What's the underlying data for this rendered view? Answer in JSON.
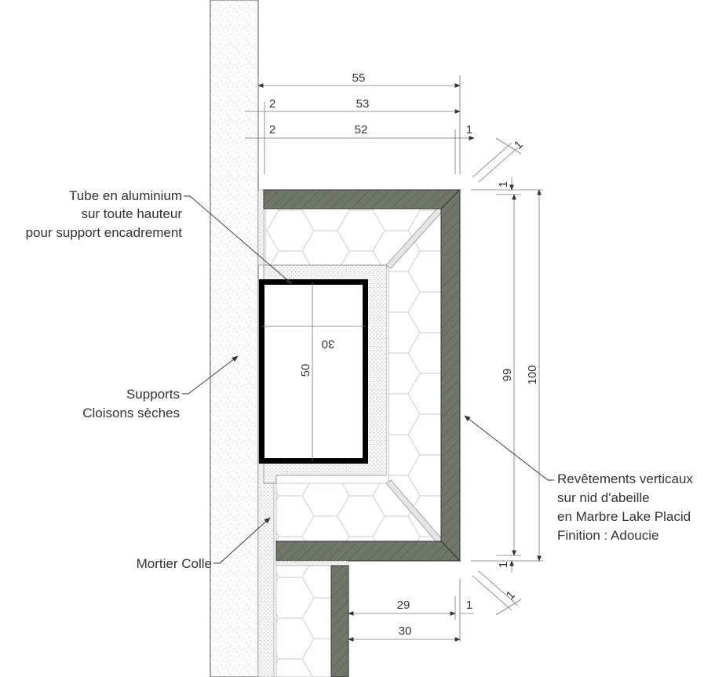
{
  "dimensions": {
    "top_overall": "55",
    "top_mid_left": "2",
    "top_mid": "53",
    "top_low_left": "2",
    "top_low": "52",
    "top_low_right": "1",
    "diag_top": "1",
    "right_top_gap": "1",
    "right_inner": "99",
    "right_overall": "100",
    "right_bottom_gap": "1",
    "diag_bottom": "1",
    "tube_width": "30",
    "tube_height": "50",
    "bottom_inner": "29",
    "bottom_inner_right": "1",
    "bottom_overall": "30"
  },
  "labels": {
    "tube_line1": "Tube en aluminium",
    "tube_line2": "sur toute hauteur",
    "tube_line3": "pour support encadrement",
    "supports_line1": "Supports",
    "supports_line2": "Cloisons sèches",
    "mortier": "Mortier Colle",
    "revet_line1": "Revêtements verticaux",
    "revet_line2": "sur nid d'abeille",
    "revet_line3": "en Marbre Lake Placid",
    "revet_line4": "Finition : Adoucie"
  },
  "colors": {
    "marble": "#6e7768",
    "tube": "#000000",
    "wall": "#f7f7f7",
    "line": "#333333"
  }
}
